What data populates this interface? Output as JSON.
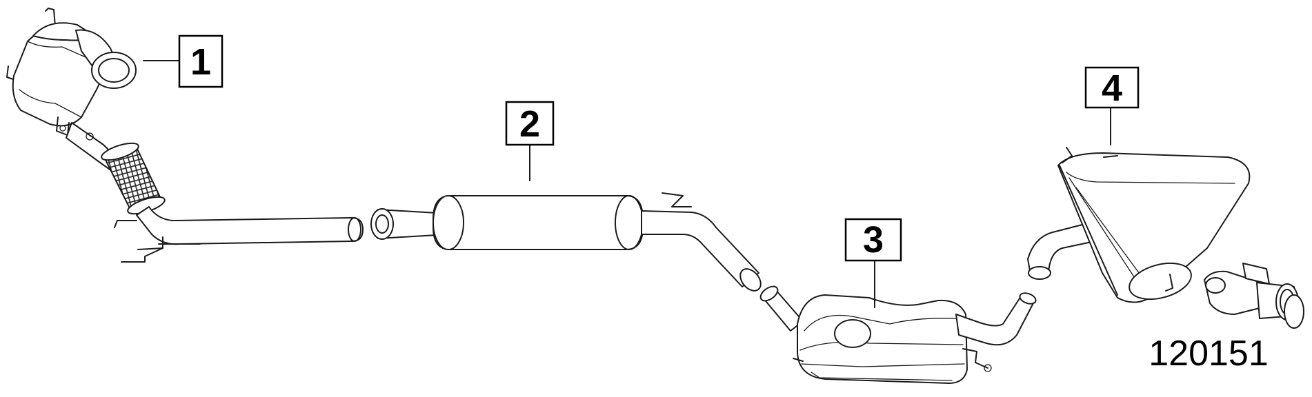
{
  "callouts": {
    "c1": "1",
    "c2": "2",
    "c3": "3",
    "c4": "4"
  },
  "reference_number": "120151"
}
